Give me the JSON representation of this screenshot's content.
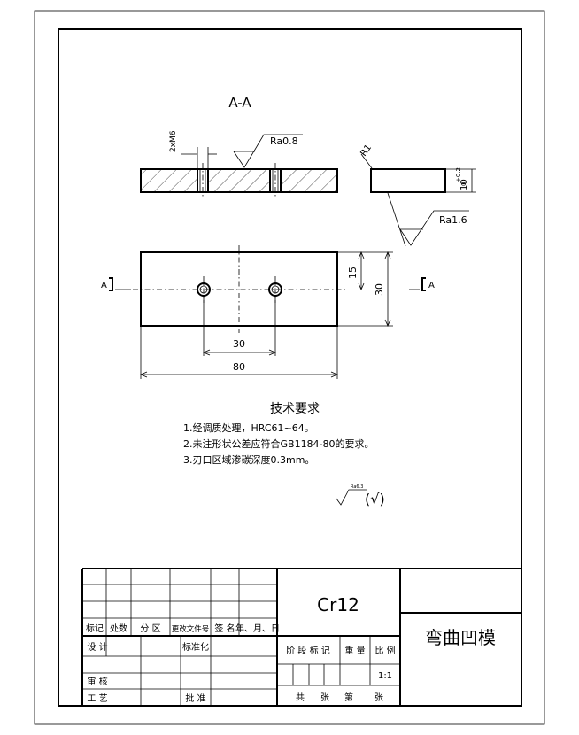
{
  "section": {
    "label": "A-A"
  },
  "annotations": {
    "holes": "2xM6",
    "roughness_top": "Ra0.8",
    "roughness_side": "Ra1.6",
    "radius": "R1",
    "thickness": "10",
    "thickness_tol_upper": "+0.2",
    "thickness_tol_lower": "0",
    "section_mark_left": "A",
    "section_mark_right": "A"
  },
  "dimensions": {
    "hole_spacing": "30",
    "length": "80",
    "width": "30",
    "half_width": "15"
  },
  "tech_requirements": {
    "title": "技术要求",
    "items": [
      "1.经调质处理，HRC61~64。",
      "2.未注形状公差应符合GB1184-80的要求。",
      "3.刃口区域渗碳深度0.3mm。"
    ],
    "general_roughness": "Ra6.3",
    "general_roughness_paren": "(√)"
  },
  "title_block": {
    "material": "Cr12",
    "part_name": "弯曲凹模",
    "col_labels": [
      "标记",
      "处数",
      "分 区",
      "更改文件号",
      "签 名",
      "年、月、日"
    ],
    "design": "设 计",
    "standardize": "标准化",
    "review": "审 核",
    "process": "工 艺",
    "approve": "批 准",
    "stage_mark": "阶 段 标 记",
    "weight": "重 量",
    "scale_label": "比 例",
    "scale": "1:1",
    "sheets_total": "共",
    "sheets_word": "张",
    "sheet_no": "第",
    "sheet_word": "张"
  }
}
